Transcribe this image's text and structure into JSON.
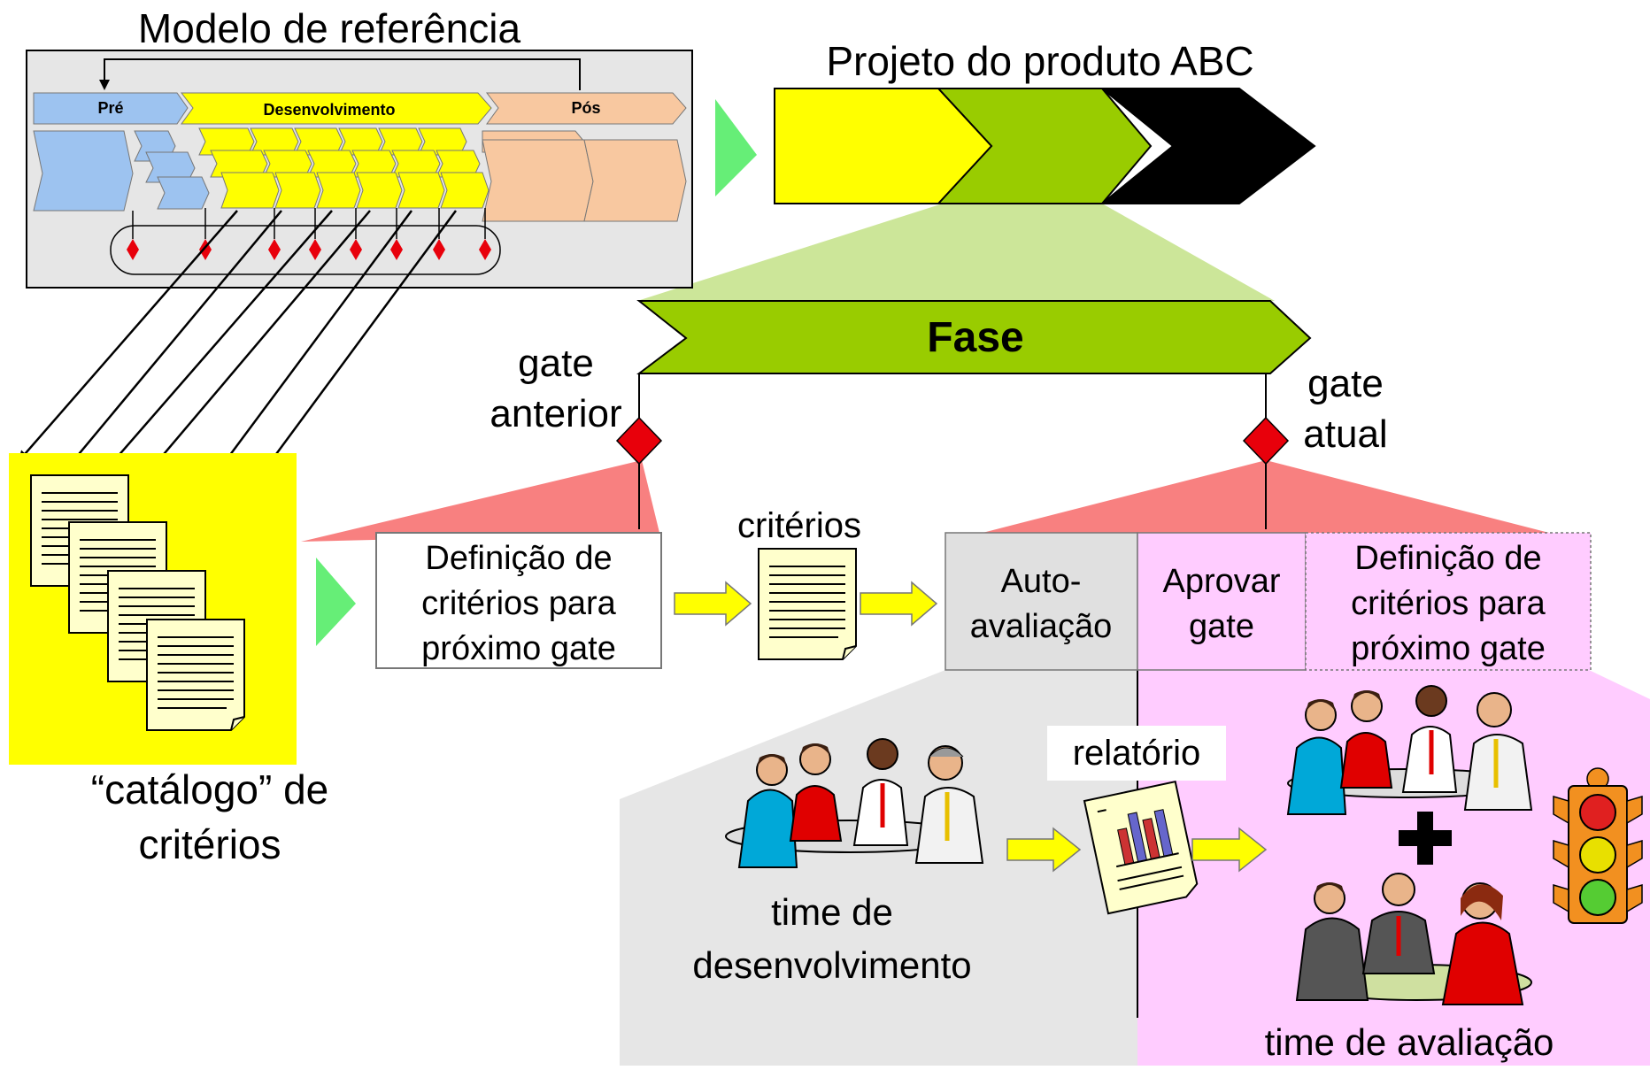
{
  "reference_model": {
    "title": "Modelo de referência",
    "phase_pre": "Pré",
    "phase_dev": "Desenvolvimento",
    "phase_pos": "Pós"
  },
  "project": {
    "title": "Projeto do produto ABC"
  },
  "phase": {
    "label": "Fase",
    "gate_previous": [
      "gate",
      "anterior"
    ],
    "gate_current": [
      "gate",
      "atual"
    ]
  },
  "catalog": {
    "label": [
      "“catálogo” de",
      "critérios"
    ]
  },
  "flow": {
    "define_criteria": [
      "Definição de",
      "critérios para",
      "próximo gate"
    ],
    "criteria_label": "critérios",
    "self_assessment": [
      "Auto-",
      "avaliação"
    ],
    "approve_gate": [
      "Aprovar",
      "gate"
    ],
    "define_next": [
      "Definição de",
      "critérios para",
      "próximo gate"
    ]
  },
  "teams": {
    "report_label": "relatório",
    "dev_team": [
      "time de",
      "desenvolvimento"
    ],
    "eval_team": "time de avaliação"
  },
  "colors": {
    "pre": "#9DC3F0",
    "dev": "#FFFF00",
    "pos": "#F8C8A0",
    "phase_green": "#99CC00",
    "gate_red": "#E8000B",
    "light_green": "#CCE699",
    "salmon": "#F88080",
    "pink": "#FFCCFF",
    "gray": "#E6E6E6",
    "arrow_green": "#66EE77"
  }
}
